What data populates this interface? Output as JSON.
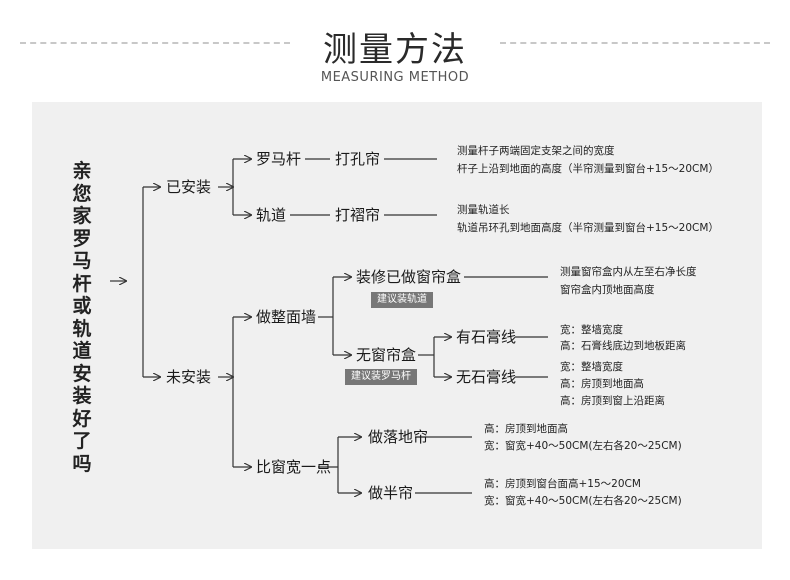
{
  "header": {
    "title": "测量方法",
    "subtitle": "MEASURING METHOD"
  },
  "question": [
    "亲",
    "您",
    "家",
    "罗",
    "马",
    "杆",
    "或",
    "轨",
    "道",
    "安",
    "装",
    "好",
    "了",
    "吗"
  ],
  "installed": {
    "label": "已安装",
    "rod": {
      "label": "罗马杆",
      "type": "打孔帘",
      "notes": [
        "测量杆子两端固定支架之间的宽度",
        "杆子上沿到地面的高度（半帘测量到窗台+15～20CM）"
      ]
    },
    "track": {
      "label": "轨道",
      "type": "打褶帘",
      "notes": [
        "测量轨道长",
        "轨道吊环孔到地面高度（半帘测量到窗台+15～20CM）"
      ]
    }
  },
  "not_installed": {
    "label": "未安装",
    "whole_wall": {
      "label": "做整面墙",
      "box": {
        "label": "装修已做窗帘盒",
        "tag": "建议装轨道",
        "notes": [
          "测量窗帘盒内从左至右净长度",
          "窗帘盒内顶地面高度"
        ]
      },
      "no_box": {
        "label": "无窗帘盒",
        "tag": "建议装罗马杆",
        "with_line": {
          "label": "有石膏线",
          "notes": [
            "宽：整墙宽度",
            "高：石膏线底边到地板距离"
          ]
        },
        "without_line": {
          "label": "无石膏线",
          "notes": [
            "宽：整墙宽度",
            "高：房顶到地面高",
            "高：房顶到窗上沿距离"
          ]
        }
      }
    },
    "wider": {
      "label": "比窗宽一点",
      "floor": {
        "label": "做落地帘",
        "notes": [
          "高：房顶到地面高",
          "宽：窗宽+40～50CM(左右各20～25CM)"
        ]
      },
      "half": {
        "label": "做半帘",
        "notes": [
          "高：房顶到窗台面高+15～20CM",
          "宽：窗宽+40～50CM(左右各20～25CM)"
        ]
      }
    }
  }
}
